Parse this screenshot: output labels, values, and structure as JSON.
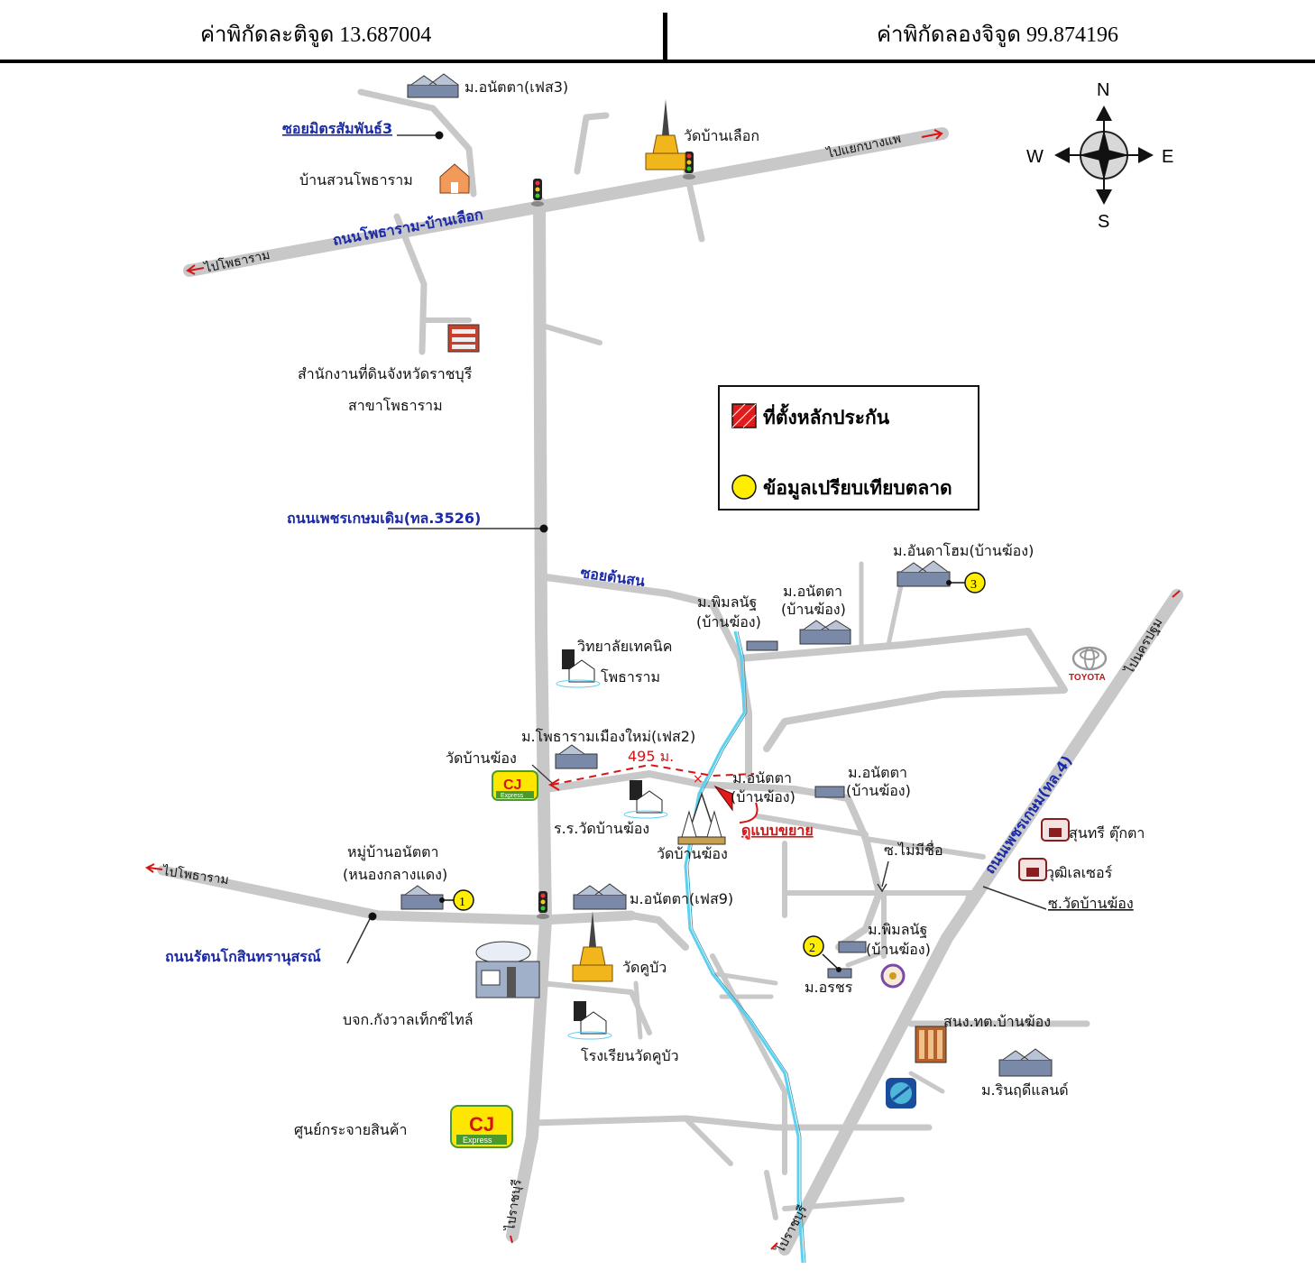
{
  "header": {
    "latitude": "ค่าพิกัดละติจูด 13.687004",
    "longitude": "ค่าพิกัดลองจิจูด 99.874196"
  },
  "compass": {
    "n": "N",
    "s": "S",
    "e": "E",
    "w": "W"
  },
  "legend": {
    "collateral": "ที่ตั้งหลักประกัน",
    "market": "ข้อมูลเปรียบเทียบตลาด",
    "collateral_color": "#e01b1b",
    "market_color": "#ffee00"
  },
  "roads": {
    "photharam_banluek": "ถนนโพธาราม-บ้านเลือก",
    "petchkasem_old": "ถนนเพชรเกษมเดิม(ทล.3526)",
    "petchkasem": "ถนนเพชรเกษม(ทล.4)",
    "rattanakosin": "ถนนรัตนโกสินทรานุสรณ์",
    "soi_mitsamphan": "ซอยมิตรสัมพันธ์3",
    "soi_tonson": "ซอยต้นสน",
    "soi_nameless": "ซ.ไม่มีชื่อ",
    "soi_wat_banmong": "ซ.วัดบ้านฆ้อง",
    "to_photharam_top": "ไปโพธาราม",
    "to_bangphae": "ไปแยกบางแพ",
    "to_photharam_mid": "ไปโพธาราม",
    "to_ratchaburi_left": "ไปราชบุรี",
    "to_ratchaburi_right": "ไปราชบุรี",
    "to_nakhonpathom": "ไปนครปฐม"
  },
  "places": {
    "anatta_phase3": "ม.อนัตตา(เฟส3)",
    "wat_banluek": "วัดบ้านเลือก",
    "ban_suan": "บ้านสวนโพธาราม",
    "land_office_1": "สำนักงานที่ดินจังหวัดราชบุรี",
    "land_office_2": "สาขาโพธาราม",
    "anta_home": "ม.อันดาโฮม(บ้านฆ้อง)",
    "pimon_1": "ม.พิมลนัฐ",
    "pimon_1b": "(บ้านฆ้อง)",
    "anatta_bm": "ม.อนัตตา",
    "anatta_bm_b": "(บ้านฆ้อง)",
    "tech_college_1": "วิทยาลัยเทคนิค",
    "tech_college_2": "โพธาราม",
    "photharam_new": "ม.โพธารามเมืองใหม่(เฟส2)",
    "wat_banmong_left": "วัดบ้านฆ้อง",
    "distance": "495 ม.",
    "anatta_near": "ม.อนัตตา",
    "anatta_near_b": "(บ้านฆ้อง)",
    "anatta_right": "ม.อนัตตา",
    "anatta_right_b": "(บ้านฆ้อง)",
    "school_banmong": "ร.ร.วัดบ้านฆ้อง",
    "wat_banmong": "วัดบ้านฆ้อง",
    "enlarged": "ดูแบบขยาย",
    "village_1": "หมู่บ้านอนัตตา",
    "village_2": "(หนองกลางแดง)",
    "anatta_phase9": "ม.อนัตตา(เฟส9)",
    "wat_khubon": "วัดคูบัว",
    "factory": "บจก.กังวาลเท็กซ์ไทล์",
    "school_khubon": "โรงเรียนวัดคูบัว",
    "distribution": "ศูนย์กระจายสินค้า",
    "pimon_2": "ม.พิมลนัฐ",
    "pimon_2b": "(บ้านฆ้อง)",
    "athorn": "ม.อรชร",
    "sunthree": "สุนทรี ตุ๊กตา",
    "wutti": "วุฒิเลเซอร์",
    "sonor": "สนง.ทต.บ้านฆ้อง",
    "rinrudee": "ม.รินฤดีแลนด์",
    "toyota": "TOYOTA",
    "cj": "CJ",
    "cj_sub": "Express"
  },
  "markers": [
    "1",
    "2",
    "3"
  ],
  "colors": {
    "road": "#c8c8c8",
    "river": "#5ad1ef",
    "label_road": "#1b2aa8"
  }
}
